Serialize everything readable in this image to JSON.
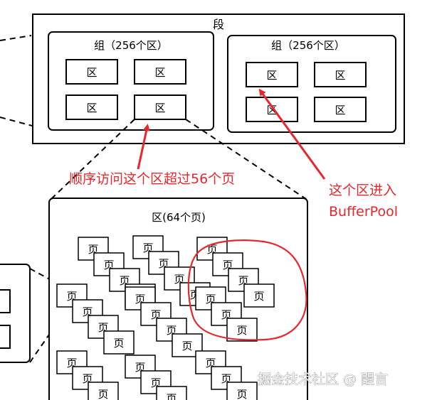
{
  "segment": {
    "label": "段"
  },
  "groups": [
    {
      "label": "组（256个区）",
      "extent_boxes": [
        "区",
        "区",
        "区",
        "区"
      ]
    },
    {
      "label": "组（256个区）",
      "extent_boxes": [
        "区",
        "区",
        "区",
        "区"
      ]
    }
  ],
  "extent_detail": {
    "label": "区(64个页)",
    "page_label": "页"
  },
  "annotations": {
    "sequential_access": "顺序访问这个区超过56个页",
    "into_buffer_pool_line1": "这个区进入",
    "into_buffer_pool_line2": "BufferPool"
  },
  "watermark": "掘金技术社区 @ 醒言",
  "colors": {
    "annotation": "#e8262b",
    "stroke": "#000000"
  }
}
